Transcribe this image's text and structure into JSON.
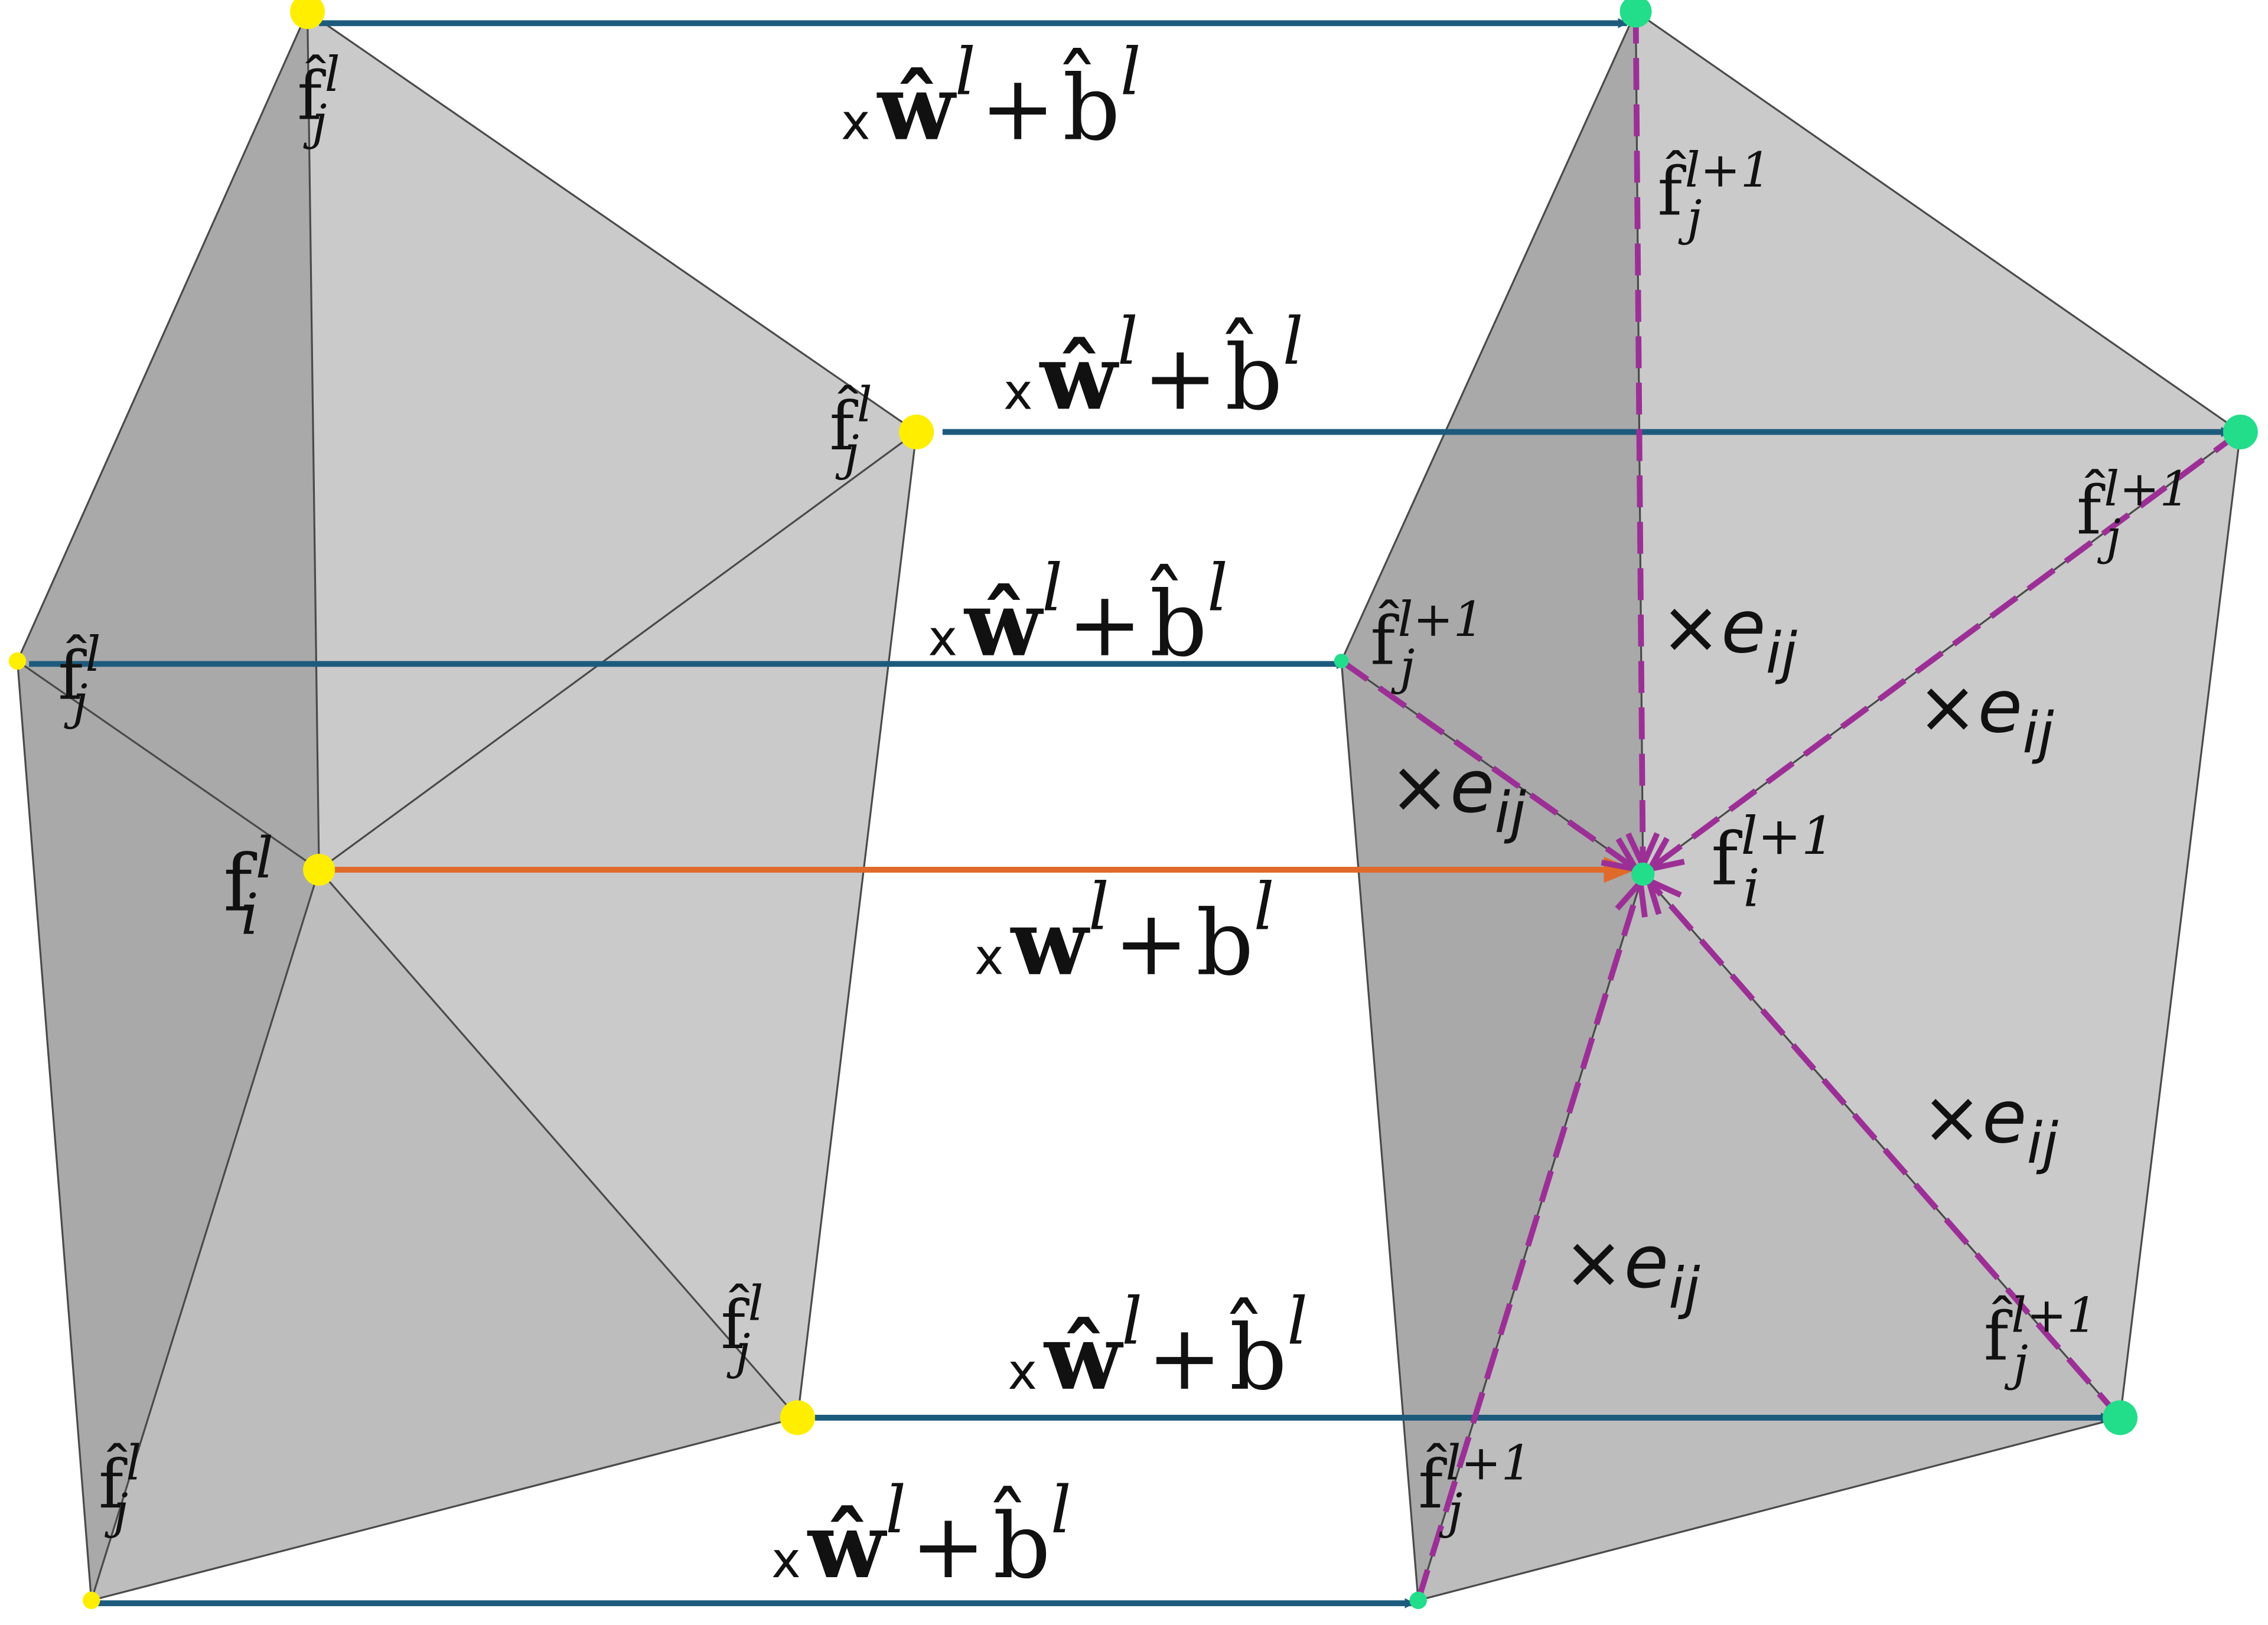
{
  "colors": {
    "face_dark": "#a9a9a9",
    "face_mid": "#bdbdbd",
    "face_light": "#cacaca",
    "edge": "#4a4a4a",
    "arrow_transform": "#1d5b7d",
    "arrow_center": "#e06a2a",
    "aggregation": "#9c2f96",
    "node_source": "#ffee00",
    "node_target": "#22dd8a"
  },
  "labels": {
    "neighbor_feature": {
      "base": "f̂",
      "sub": "j",
      "sup": "l"
    },
    "neighbor_feature_next": {
      "base": "f̂",
      "sub": "j",
      "sup": "l+1"
    },
    "center_feature": {
      "base": "f",
      "sub": "i",
      "sup": "l"
    },
    "center_feature_next": {
      "base": "f",
      "sub": "i",
      "sup": "l+1"
    },
    "neighbor_transform": {
      "prefix": "x",
      "weight": "ŵ",
      "plus": "+",
      "bias": "b̂",
      "sup": "l"
    },
    "center_transform": {
      "prefix": "x",
      "weight": "w",
      "plus": "+",
      "bias": "b",
      "sup": "l"
    },
    "edge_weight": {
      "times": "×",
      "base": "e",
      "sub": "ij"
    }
  }
}
